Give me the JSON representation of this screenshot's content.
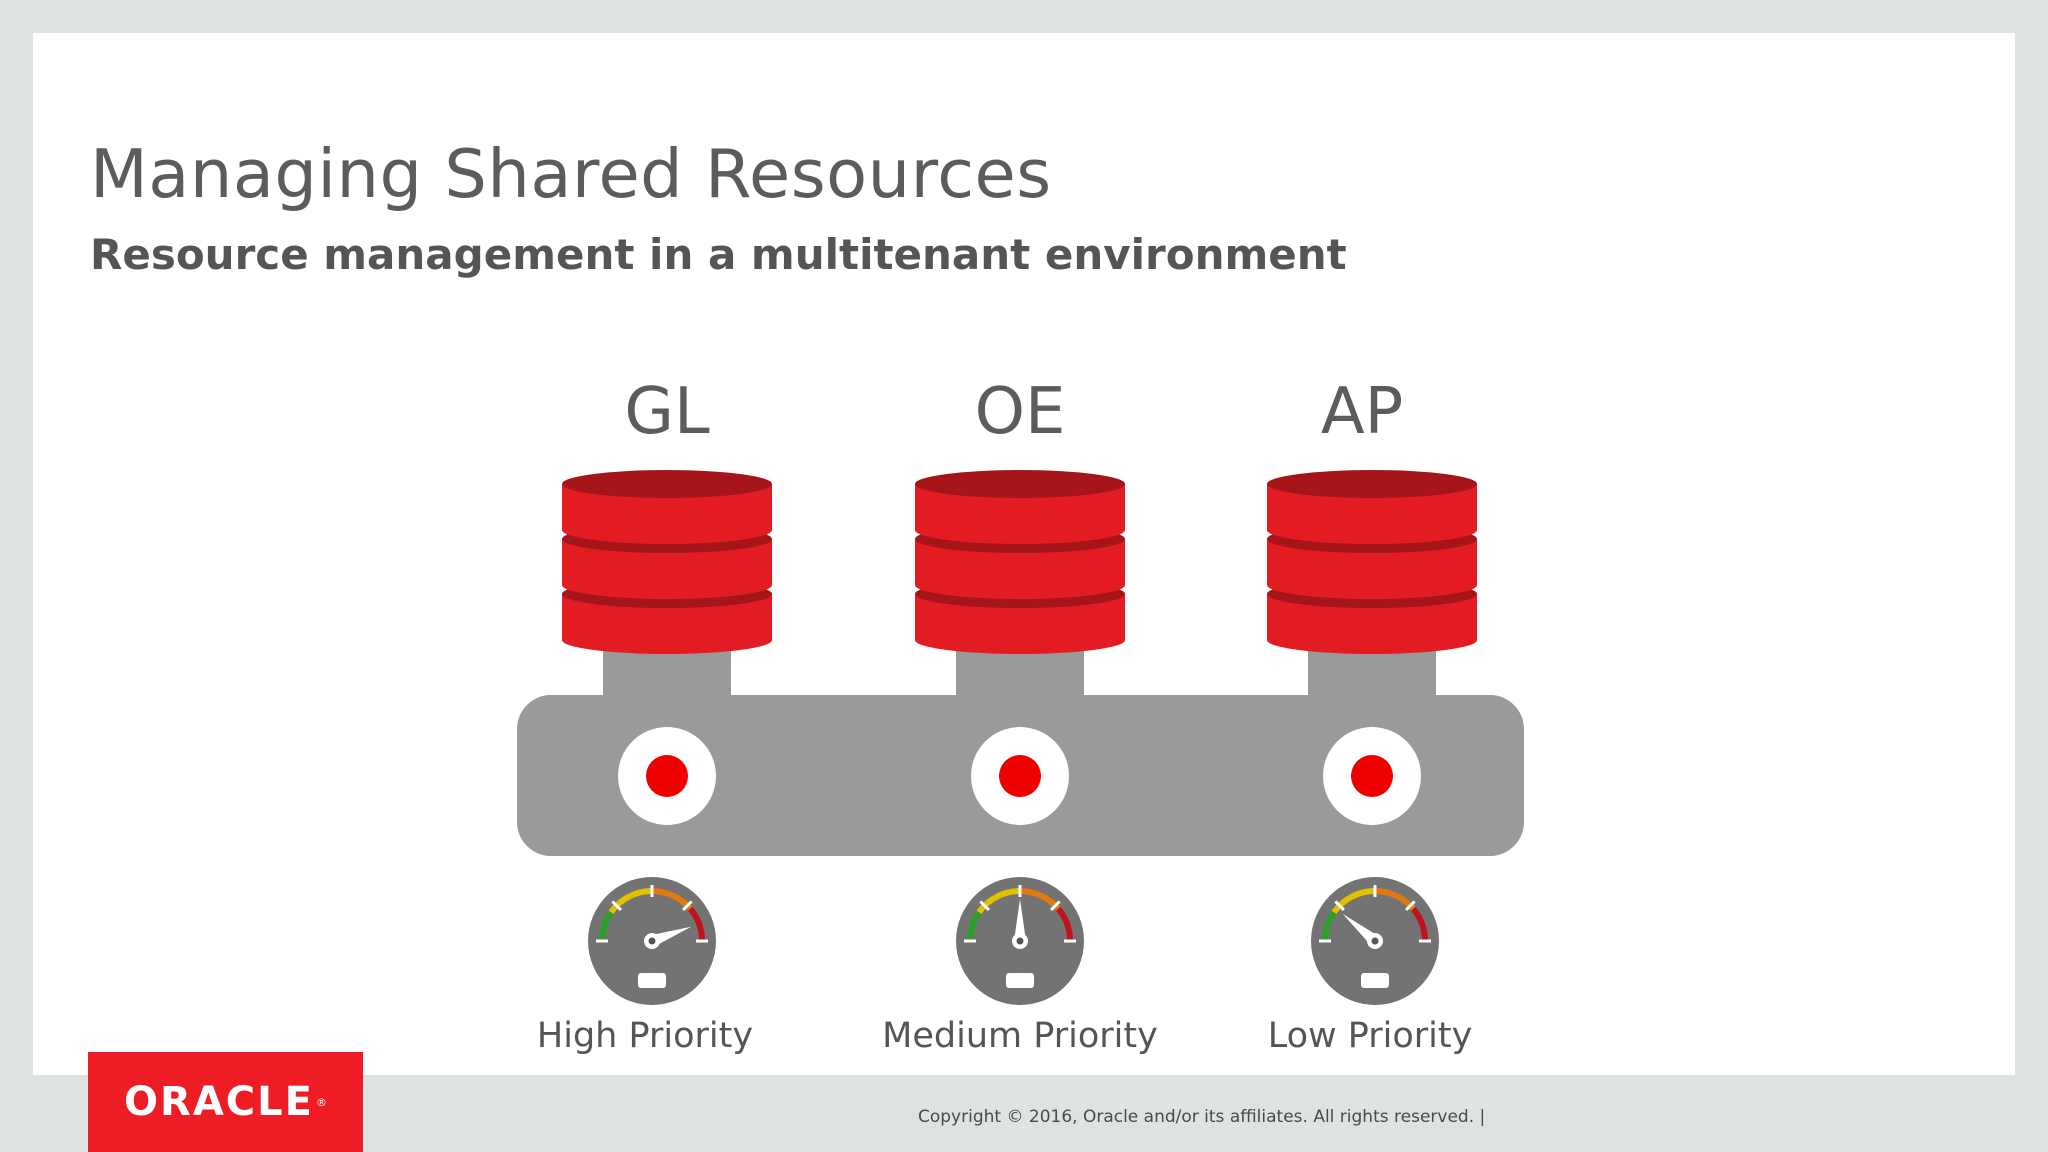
{
  "slide": {
    "title": "Managing Shared Resources",
    "subtitle": "Resource management in a multitenant environment"
  },
  "databases": [
    {
      "name": "GL",
      "priority_label": "High Priority",
      "gauge_level": "high"
    },
    {
      "name": "OE",
      "priority_label": "Medium Priority",
      "gauge_level": "medium"
    },
    {
      "name": "AP",
      "priority_label": "Low Priority",
      "gauge_level": "low"
    }
  ],
  "colors": {
    "db_red": "#e31b23",
    "db_dark_red": "#a5151a",
    "connector_gray": "#9b9a9a",
    "dot_red": "#ee0000",
    "gauge_gray": "#737373",
    "gauge_green": "#2aa02a",
    "gauge_yellow": "#e0c200",
    "gauge_orange": "#e07a10",
    "gauge_red": "#c0121a",
    "oracle_red": "#ee1c25"
  },
  "footer": {
    "logo_text": "ORACLE",
    "copyright": "Copyright © 2016, Oracle and/or its affiliates. All rights reserved.  |"
  }
}
